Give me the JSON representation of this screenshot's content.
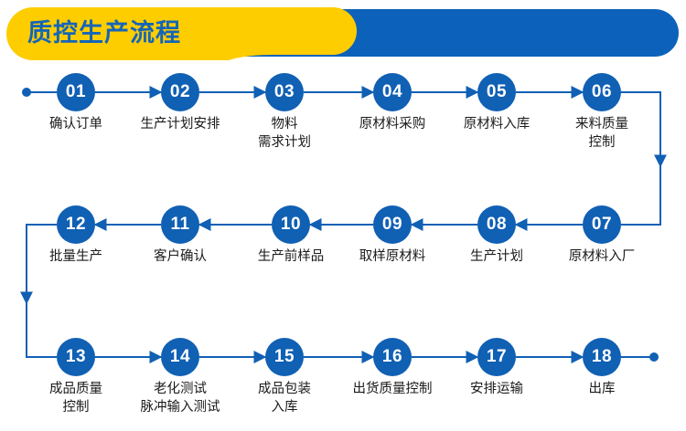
{
  "header": {
    "title": "质控生产流程",
    "yellow_color": "#fdcd00",
    "blue_color": "#0c62bb",
    "title_color": "#1565b8"
  },
  "theme": {
    "node_fill": "#1060b4",
    "node_text": "#ffffff",
    "line_color": "#1060b4",
    "label_color": "#1a1a1a"
  },
  "flow": {
    "rows": [
      {
        "direction": "left-to-right",
        "nodes": [
          {
            "number": "01",
            "label": "确认订单"
          },
          {
            "number": "02",
            "label": "生产计划安排"
          },
          {
            "number": "03",
            "label": "物料\n需求计划"
          },
          {
            "number": "04",
            "label": "原材料采购"
          },
          {
            "number": "05",
            "label": "原材料入库"
          },
          {
            "number": "06",
            "label": "来料质量\n控制"
          }
        ]
      },
      {
        "direction": "right-to-left",
        "nodes": [
          {
            "number": "12",
            "label": "批量生产"
          },
          {
            "number": "11",
            "label": "客户确认"
          },
          {
            "number": "10",
            "label": "生产前样品"
          },
          {
            "number": "09",
            "label": "取样原材料"
          },
          {
            "number": "08",
            "label": "生产计划"
          },
          {
            "number": "07",
            "label": "原材料入厂"
          }
        ]
      },
      {
        "direction": "left-to-right",
        "nodes": [
          {
            "number": "13",
            "label": "成品质量\n控制"
          },
          {
            "number": "14",
            "label": "老化测试\n脉冲输入测试"
          },
          {
            "number": "15",
            "label": "成品包装\n入库"
          },
          {
            "number": "16",
            "label": "出货质量控制"
          },
          {
            "number": "17",
            "label": "安排运输"
          },
          {
            "number": "18",
            "label": "出库"
          }
        ]
      }
    ]
  }
}
